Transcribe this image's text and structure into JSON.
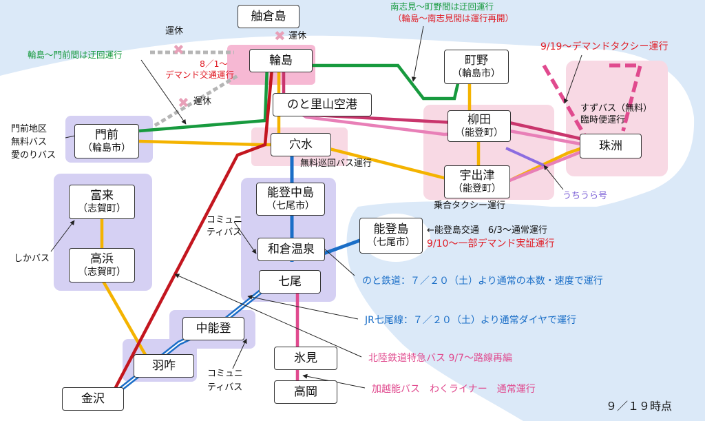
{
  "colors": {
    "sea": "#dbe9f8",
    "land": "#ffffff",
    "region_purple": "#d5d0f3",
    "region_pink": "#f8d9e4",
    "line_green": "#179a3e",
    "line_yellow": "#f4b300",
    "line_red": "#c3161f",
    "line_blue": "#1a6ec7",
    "line_pink": "#e87fb7",
    "line_magenta": "#e04a8e",
    "line_purple": "#8c6ce0",
    "line_crimson": "#c9356c",
    "line_gray": "#b5b5b5"
  },
  "stations": {
    "hegura": "舳倉島",
    "wajima": "輪島",
    "noto_airport": "のと里山空港",
    "anamizu": "穴水",
    "monzen": "門前",
    "monzen_sub": "（輪島市）",
    "machino": "町野",
    "machino_sub": "（輪島市）",
    "yanagida": "柳田",
    "yanagida_sub": "（能登町）",
    "ushitsu": "宇出津",
    "ushitsu_sub": "（能登町）",
    "suzu": "珠洲",
    "tomiku": "富来",
    "tomiku_sub": "（志賀町）",
    "takahama": "高浜",
    "takahama_sub": "（志賀町）",
    "notonakajima": "能登中島",
    "notonakajima_sub": "（七尾市）",
    "notojima": "能登島",
    "notojima_sub": "（七尾市）",
    "wakura": "和倉温泉",
    "nanao": "七尾",
    "nakanoto": "中能登",
    "hakui": "羽咋",
    "himi": "氷見",
    "kanazawa": "金沢",
    "takaoka": "高岡"
  },
  "labels": {
    "unkyu": "運休",
    "wajima_monzen_detour": "輪島～門前間は迂回運行",
    "minamishimi_detour": "南志見～町野間は迂回運行",
    "minamishimi_resume": "（輪島～南志見間は運行再開）",
    "demand_0801": "8／1～",
    "demand_traffic": "デマンド交通運行",
    "demand_taxi": "9/19～デマンドタクシー運行",
    "suzu_bus_1": "すずバス（無料）",
    "suzu_bus_2": "臨時便運行",
    "monzen_bus_1": "門前地区",
    "monzen_bus_2": "無料バス",
    "monzen_bus_3": "愛のりバス",
    "free_loop": "無料巡回バス運行",
    "shared_taxi": "乗合タクシー運行",
    "uchiura": "うちうら号",
    "community_1": "コミュニ",
    "community_2": "ティバス",
    "shika_bus": "しかバス",
    "notojima_traffic": "←能登島交通　6/3～通常運行",
    "notojima_demand": "9/10～一部デマンド実証運行",
    "noto_railway": "のと鉄道：７／２０（土）より通常の本数・速度で運行",
    "jr_nanao": "JR七尾線：７／２０（土）より通常ダイヤで運行",
    "hokuriku_bus": "北陸鉄道特急バス 9/7～路線再編",
    "kaetsuno_bus": "加越能バス　わくライナー　通常運行",
    "as_of": "９／１９時点"
  }
}
